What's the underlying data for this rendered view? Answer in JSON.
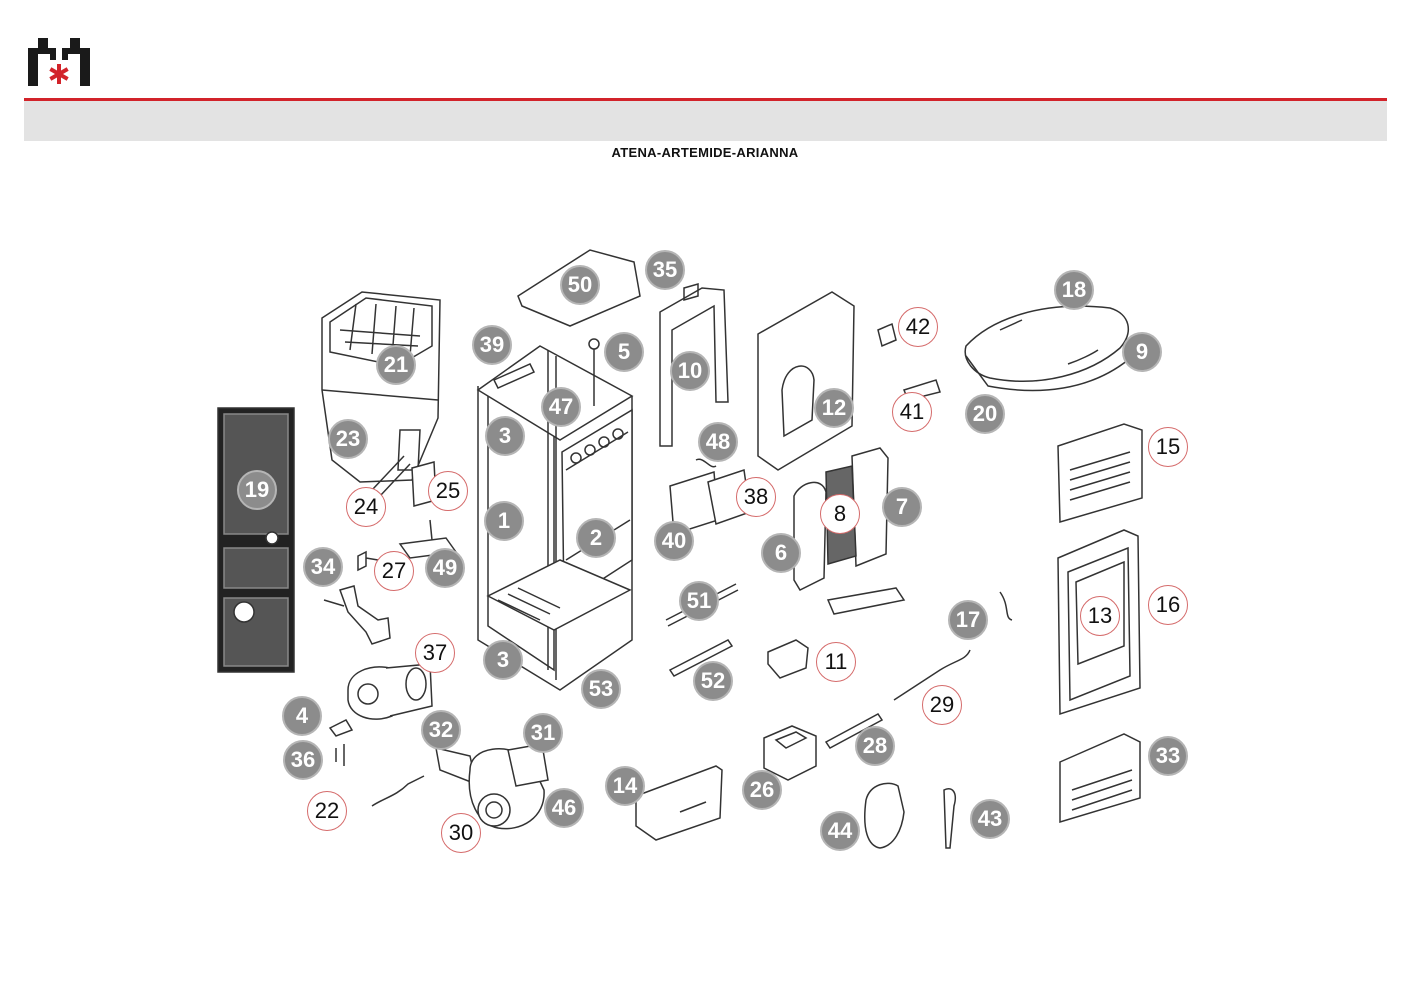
{
  "header": {
    "brand_color": "#d2232a",
    "band_color": "#e3e3e3",
    "logo_icon": "company-logo-icon"
  },
  "diagram": {
    "title": "ATENA-ARTEMIDE-ARIANNA",
    "part_labels": {
      "p1": "1",
      "p2": "2",
      "p3a": "3",
      "p3b": "3",
      "p4": "4",
      "p5": "5",
      "p6": "6",
      "p7": "7",
      "p8": "8",
      "p9": "9",
      "p10": "10",
      "p11": "11",
      "p12": "12",
      "p13": "13",
      "p14": "14",
      "p15": "15",
      "p16": "16",
      "p17": "17",
      "p18": "18",
      "p19": "19",
      "p20": "20",
      "p21": "21",
      "p22": "22",
      "p23": "23",
      "p24": "24",
      "p25": "25",
      "p26": "26",
      "p27": "27",
      "p28": "28",
      "p29": "29",
      "p30": "30",
      "p31": "31",
      "p32": "32",
      "p33": "33",
      "p34": "34",
      "p35": "35",
      "p36": "36",
      "p37": "37",
      "p38": "38",
      "p39": "39",
      "p40": "40",
      "p41": "41",
      "p42": "42",
      "p43": "43",
      "p44": "44",
      "p46": "46",
      "p47": "47",
      "p48": "48",
      "p49": "49",
      "p50": "50",
      "p51": "51",
      "p52": "52",
      "p53": "53"
    }
  }
}
